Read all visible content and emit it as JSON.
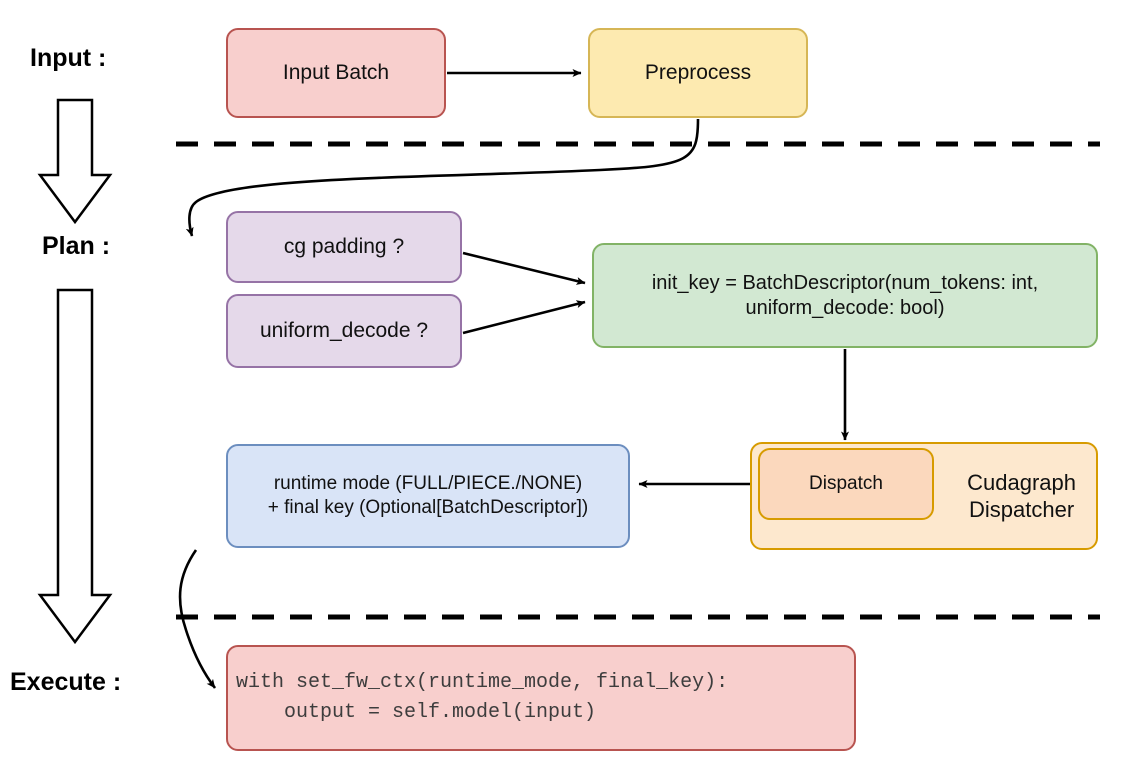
{
  "diagram": {
    "title": "vLLM cudagraph dispatch pipeline",
    "type": "flowchart",
    "stages": [
      {
        "id": "input",
        "label": "Input :"
      },
      {
        "id": "plan",
        "label": "Plan :"
      },
      {
        "id": "execute",
        "label": "Execute :"
      }
    ],
    "nodes": {
      "input_batch": {
        "label": "Input Batch",
        "fill": "#f8cfcd",
        "stroke": "#b85450"
      },
      "preprocess": {
        "label": "Preprocess",
        "fill": "#fdeab0",
        "stroke": "#d6b656"
      },
      "cg_padding": {
        "label": "cg padding ?",
        "fill": "#e5d9ea",
        "stroke": "#9673a6"
      },
      "uniform_decode": {
        "label": "uniform_decode ?",
        "fill": "#e5d9ea",
        "stroke": "#9673a6"
      },
      "init_key": {
        "label": "init_key = BatchDescriptor(num_tokens: int,\nuniform_decode: bool)",
        "fill": "#d2e8d2",
        "stroke": "#82b366"
      },
      "dispatcher_outer": {
        "label": "Cudagraph\nDispatcher",
        "fill": "#fde8ce",
        "stroke": "#d79b00"
      },
      "dispatch_inner": {
        "label": "Dispatch",
        "fill": "#fbd8bd",
        "stroke": "#d79b00"
      },
      "runtime_mode": {
        "label": "runtime mode (FULL/PIECE./NONE)\n+ final key (Optional[BatchDescriptor])",
        "fill": "#d9e4f7",
        "stroke": "#6c8ebf"
      },
      "code_block": {
        "label": "with set_fw_ctx(runtime_mode, final_key):\n    output = self.model(input)",
        "fill": "#f8cfcd",
        "stroke": "#b85450"
      }
    },
    "edges": [
      {
        "from": "input_batch",
        "to": "preprocess",
        "style": "solid-arrow"
      },
      {
        "from": "preprocess",
        "to": "cg_padding",
        "style": "curved-arrow"
      },
      {
        "from": "cg_padding",
        "to": "init_key",
        "style": "solid-arrow"
      },
      {
        "from": "uniform_decode",
        "to": "init_key",
        "style": "solid-arrow"
      },
      {
        "from": "init_key",
        "to": "dispatch_inner",
        "style": "solid-arrow"
      },
      {
        "from": "dispatch_inner",
        "to": "runtime_mode",
        "style": "solid-arrow"
      },
      {
        "from": "runtime_mode",
        "to": "code_block",
        "style": "curved-arrow"
      }
    ],
    "separators": [
      {
        "id": "separator-input-plan",
        "style": "dashed"
      },
      {
        "id": "separator-plan-execute",
        "style": "dashed"
      }
    ],
    "flow_arrows": [
      {
        "id": "stage-flow-arrow-upper",
        "direction": "down"
      },
      {
        "id": "stage-flow-arrow-lower",
        "direction": "down"
      }
    ],
    "colors": {
      "line": "#000000",
      "background": "#ffffff",
      "text": "#111111",
      "code_text": "#3d3d3d"
    }
  }
}
